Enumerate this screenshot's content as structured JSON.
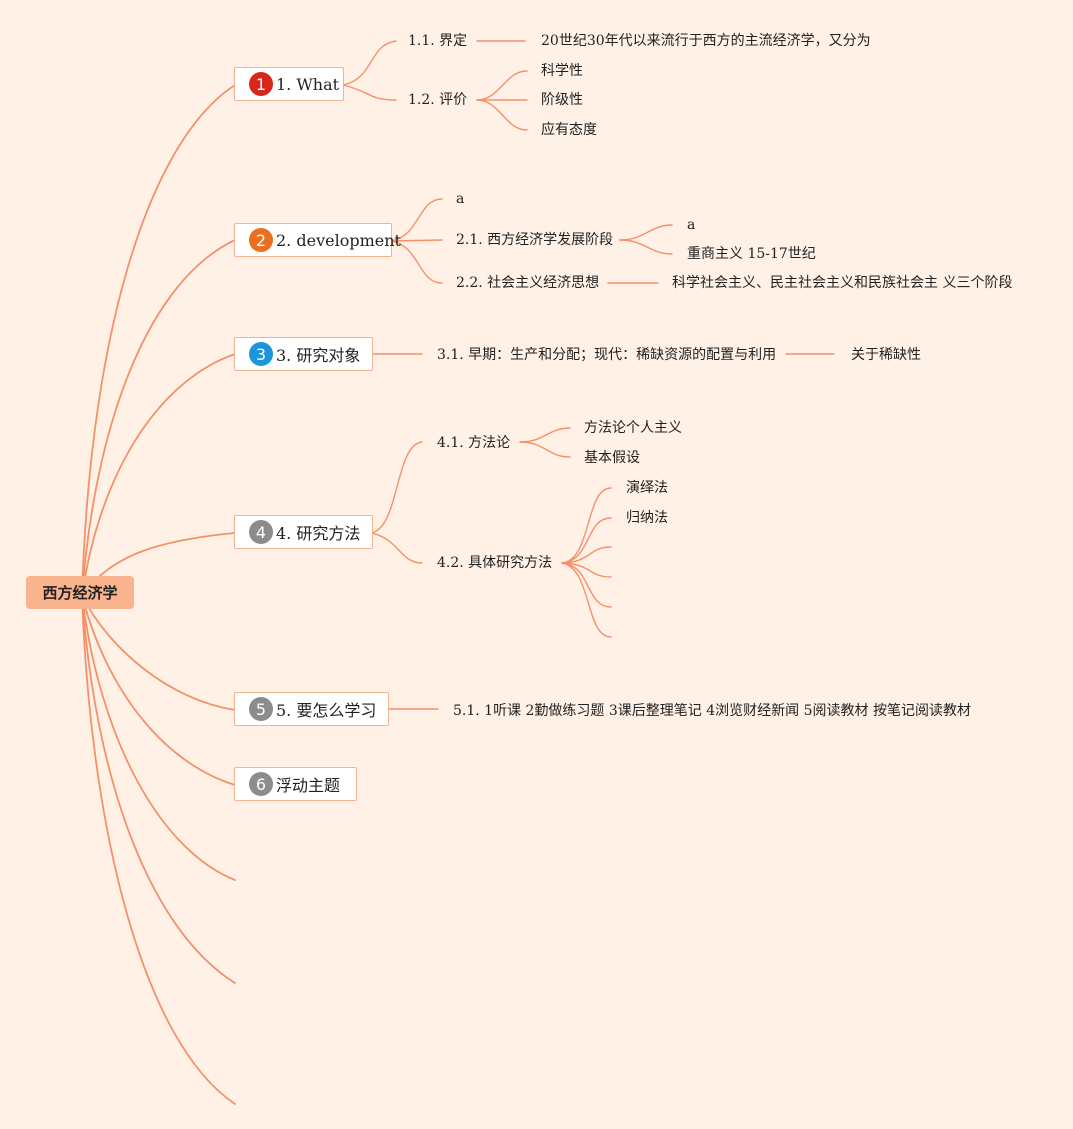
{
  "root": {
    "label": "西方经济学"
  },
  "colors": {
    "background": "#fff1e6",
    "line": "#f4916b",
    "root_fill": "#f9b48d",
    "topic_border": "#f6b391",
    "badge_1": "#d9261c",
    "badge_2": "#ea6f1e",
    "badge_3": "#1c95dc",
    "badge_gray": "#8c8c8c"
  },
  "topics": [
    {
      "number": "1",
      "label": "1. What",
      "badge_icon": "priority-1-icon",
      "children": [
        {
          "label": "1.1. 界定",
          "children": [
            {
              "label": "20世纪30年代以来流行于西方的主流经济学，又分为"
            }
          ]
        },
        {
          "label": "1.2. 评价",
          "children": [
            {
              "label": "科学性"
            },
            {
              "label": "阶级性"
            },
            {
              "label": "应有态度"
            }
          ]
        }
      ]
    },
    {
      "number": "2",
      "label": "2. development",
      "badge_icon": "priority-2-icon",
      "children": [
        {
          "label": "a"
        },
        {
          "label": "2.1. 西方经济学发展阶段",
          "children": [
            {
              "label": "a"
            },
            {
              "label": "重商主义 15-17世纪"
            }
          ]
        },
        {
          "label": "2.2. 社会主义经济思想",
          "children": [
            {
              "label": "科学社会主义、民主社会主义和民族社会主 义三个阶段"
            }
          ]
        }
      ]
    },
    {
      "number": "3",
      "label": "3. 研究对象",
      "badge_icon": "priority-3-icon",
      "children": [
        {
          "label": "3.1. 早期：生产和分配；现代：稀缺资源的配置与利用",
          "children": [
            {
              "label": "关于稀缺性"
            }
          ]
        }
      ]
    },
    {
      "number": "4",
      "label": "4. 研究方法",
      "badge_icon": "priority-4-icon",
      "children": [
        {
          "label": "4.1. 方法论",
          "children": [
            {
              "label": "方法论个人主义"
            },
            {
              "label": "基本假设"
            }
          ]
        },
        {
          "label": "4.2. 具体研究方法",
          "children": [
            {
              "label": "演绎法"
            },
            {
              "label": "归纳法"
            },
            {
              "label": ""
            },
            {
              "label": ""
            },
            {
              "label": ""
            },
            {
              "label": ""
            }
          ]
        }
      ]
    },
    {
      "number": "5",
      "label": "5. 要怎么学习",
      "badge_icon": "priority-5-icon",
      "children": [
        {
          "label": "5.1. 1听课 2勤做练习题 3课后整理笔记 4浏览财经新闻 5阅读教材 按笔记阅读教材"
        }
      ]
    },
    {
      "number": "6",
      "label": "浮动主题",
      "badge_icon": "priority-6-icon",
      "children": []
    }
  ]
}
